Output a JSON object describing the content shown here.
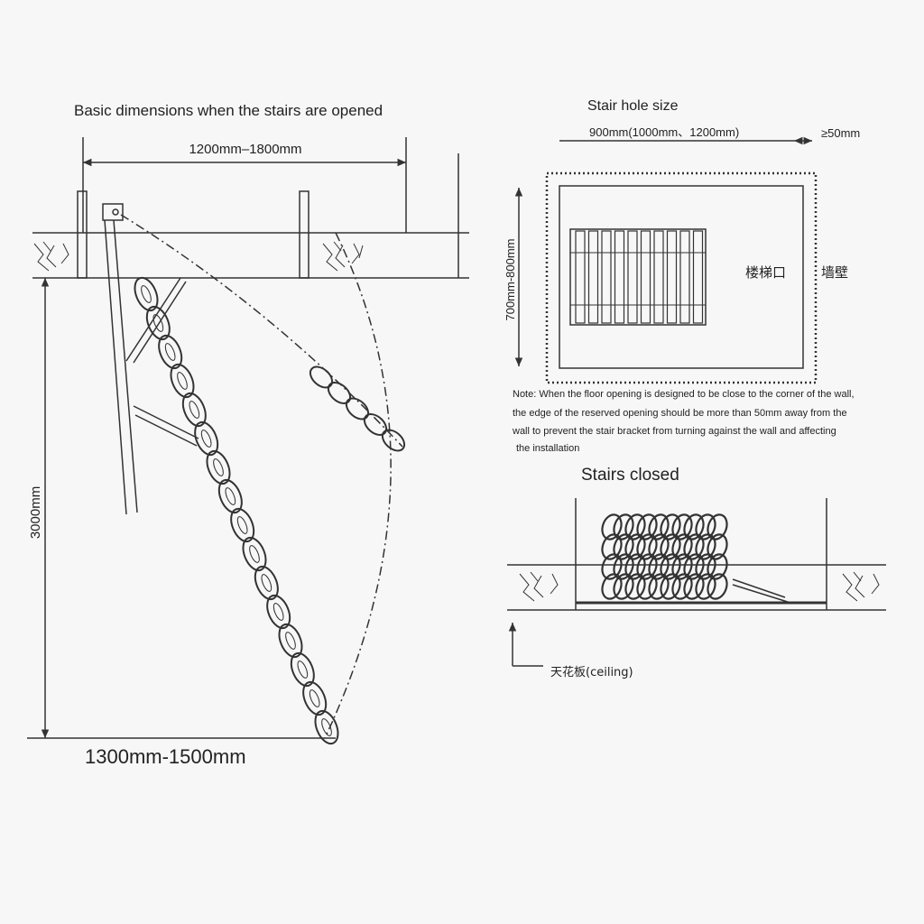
{
  "opened": {
    "title": "Basic dimensions when the stairs are opened",
    "width_label": "1200mm–1800mm",
    "height_label": "3000mm",
    "base_label": "1300mm-1500mm"
  },
  "hole": {
    "title": "Stair hole size",
    "width_label": "900mm(1000mm、1200mm)",
    "gap_label": "≥50mm",
    "height_label": "700mm-800mm",
    "opening_label": "楼梯口",
    "wall_label": "墙壁"
  },
  "note": {
    "lines": [
      "Note: When the floor opening is designed to be close to the corner of the wall,",
      "the edge of the reserved opening should be more than 50mm away from the",
      "wall to prevent the stair bracket from turning against the wall and affecting",
      "the installation"
    ]
  },
  "closed": {
    "title": "Stairs closed",
    "ceiling_label": "天花板(ceiling)"
  },
  "colors": {
    "line": "#333333",
    "background": "#f7f7f7"
  }
}
